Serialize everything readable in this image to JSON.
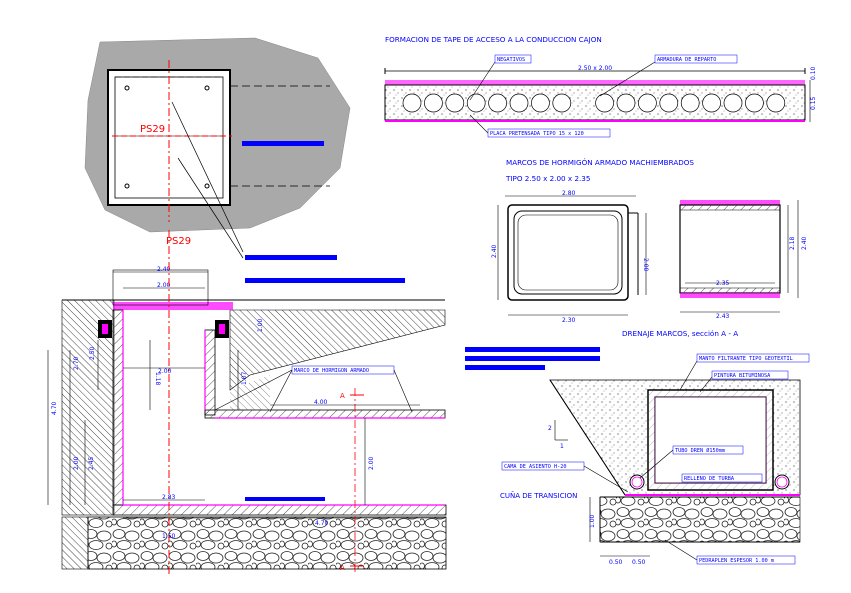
{
  "titles": {
    "tape": "FORMACION DE TAPE DE ACCESO A LA CONDUCCION CAJON",
    "marcos": "MARCOS DE HORMIGÓN ARMADO MACHIEMBRADOS",
    "tipo": "TIPO 2.50 x 2.00 x 2.35",
    "drenaje": "DRENAJE MARCOS, sección A - A",
    "cuna": "CUÑA DE TRANSICION"
  },
  "labels": {
    "ps29_plan": "PS29",
    "ps29_elev": "PS29",
    "negativos": "NEGATIVOS",
    "armadura": "ARMADURA DE REPARTO",
    "placa": "PLACA PRETENSADA TIPO 15 x 120",
    "marco_hormigon": "MARCO DE HORMIGON ARMADO",
    "manto": "MANTO FILTRANTE TIPO GEOTEXTIL",
    "pintura": "PINTURA BITUMINOSA",
    "tubo": "TUBO DREN Ø150mm",
    "relleno": "RELLENO DE TURBA",
    "cama": "CAMA DE ASIENTO H-20",
    "pedraplen": "PEDRAPLEN ESPESOR 1.00 m",
    "section_a_top": "A",
    "section_a_bottom": "A"
  },
  "dims": {
    "tape_width": "2.50 x 2.00",
    "tape_h1": "0.10",
    "tape_h2": "0.15",
    "m1_top": "2.80",
    "m1_bottom": "2.30",
    "m1_left": "2.40",
    "m1_right": "2.00",
    "m2_bottom1": "2.35",
    "m2_bottom2": "2.43",
    "m2_right1": "2.18",
    "m2_right2": "2.40",
    "e_top1": "2.40",
    "e_top2": "2.00",
    "e_left1": "4.70",
    "e_left2": "2.70",
    "e_left3": "2.00",
    "e_left4": "2.45",
    "e_left5": "2.50",
    "e_inner1": "2.00",
    "e_inner2": "1.18",
    "e_inner3": "1.07",
    "e_slope": "1.00",
    "e_chan": "4.00",
    "e_right_h": "2.00",
    "e_bot1": "2.83",
    "e_bot2": "4.70",
    "e_bot3": "1.50",
    "s_ratio1": "2",
    "s_ratio2": "1",
    "s_h": "1.00",
    "s_b1": "0.50",
    "s_b2": "0.50"
  }
}
